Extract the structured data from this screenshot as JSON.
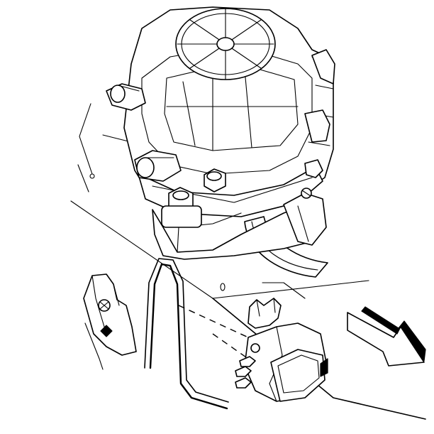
{
  "diagram": {
    "parts": [
      {
        "name": "engine-assembly-top"
      },
      {
        "name": "mounting-bracket"
      },
      {
        "name": "hose"
      },
      {
        "name": "wire-harness"
      },
      {
        "name": "sensor-module"
      },
      {
        "name": "direction-arrow"
      }
    ]
  }
}
